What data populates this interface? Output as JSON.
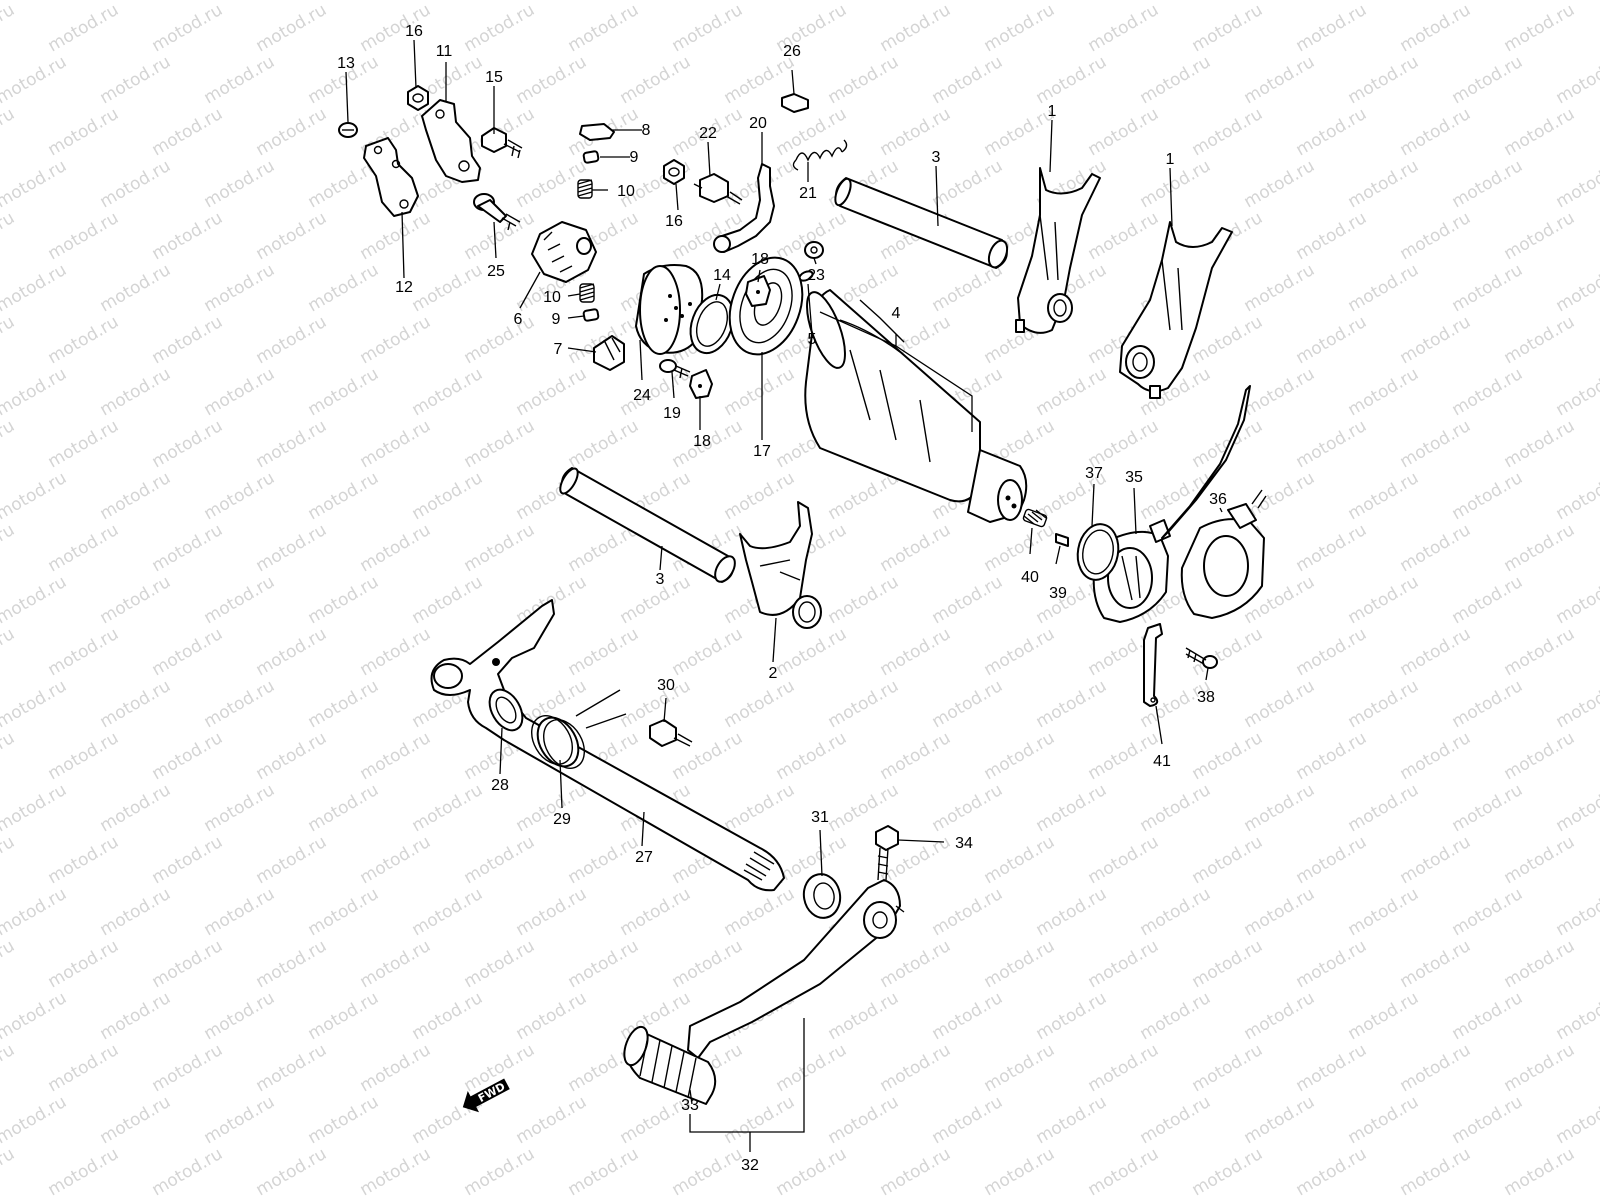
{
  "watermark": {
    "text": "motod.ru"
  },
  "direction_badge": {
    "text": "FWD"
  },
  "callouts": [
    {
      "id": "c-1a",
      "label": "1"
    },
    {
      "id": "c-1b",
      "label": "1"
    },
    {
      "id": "c-2",
      "label": "2"
    },
    {
      "id": "c-3a",
      "label": "3"
    },
    {
      "id": "c-3b",
      "label": "3"
    },
    {
      "id": "c-4",
      "label": "4"
    },
    {
      "id": "c-5",
      "label": "5"
    },
    {
      "id": "c-6",
      "label": "6"
    },
    {
      "id": "c-7",
      "label": "7"
    },
    {
      "id": "c-8",
      "label": "8"
    },
    {
      "id": "c-9a",
      "label": "9"
    },
    {
      "id": "c-9b",
      "label": "9"
    },
    {
      "id": "c-10a",
      "label": "10"
    },
    {
      "id": "c-10b",
      "label": "10"
    },
    {
      "id": "c-11",
      "label": "11"
    },
    {
      "id": "c-12",
      "label": "12"
    },
    {
      "id": "c-13",
      "label": "13"
    },
    {
      "id": "c-14",
      "label": "14"
    },
    {
      "id": "c-15",
      "label": "15"
    },
    {
      "id": "c-16a",
      "label": "16"
    },
    {
      "id": "c-16b",
      "label": "16"
    },
    {
      "id": "c-17",
      "label": "17"
    },
    {
      "id": "c-18a",
      "label": "18"
    },
    {
      "id": "c-18b",
      "label": "18"
    },
    {
      "id": "c-19",
      "label": "19"
    },
    {
      "id": "c-20",
      "label": "20"
    },
    {
      "id": "c-21",
      "label": "21"
    },
    {
      "id": "c-22",
      "label": "22"
    },
    {
      "id": "c-23",
      "label": "23"
    },
    {
      "id": "c-24",
      "label": "24"
    },
    {
      "id": "c-25",
      "label": "25"
    },
    {
      "id": "c-26",
      "label": "26"
    },
    {
      "id": "c-27",
      "label": "27"
    },
    {
      "id": "c-28",
      "label": "28"
    },
    {
      "id": "c-29",
      "label": "29"
    },
    {
      "id": "c-30",
      "label": "30"
    },
    {
      "id": "c-31",
      "label": "31"
    },
    {
      "id": "c-32",
      "label": "32"
    },
    {
      "id": "c-33",
      "label": "33"
    },
    {
      "id": "c-34",
      "label": "34"
    },
    {
      "id": "c-35",
      "label": "35"
    },
    {
      "id": "c-36",
      "label": "36"
    },
    {
      "id": "c-37",
      "label": "37"
    },
    {
      "id": "c-38",
      "label": "38"
    },
    {
      "id": "c-39",
      "label": "39"
    },
    {
      "id": "c-40",
      "label": "40"
    },
    {
      "id": "c-41",
      "label": "41"
    }
  ]
}
